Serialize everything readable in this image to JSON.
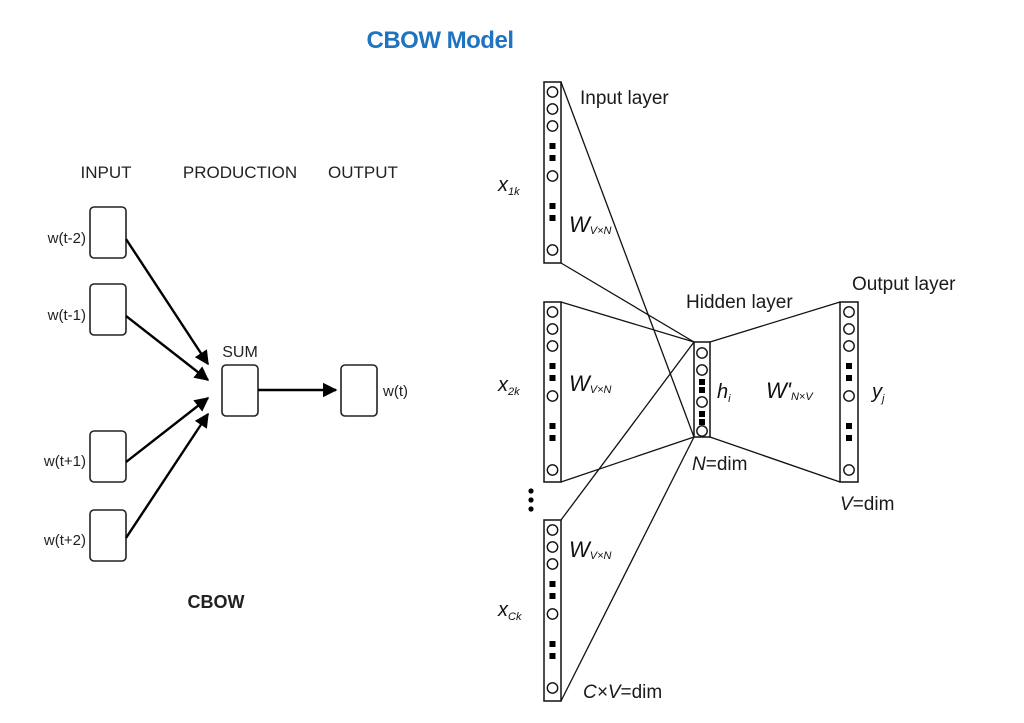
{
  "title": "CBOW Model",
  "left_diagram": {
    "headers": {
      "input": "INPUT",
      "production": "PRODUCTION",
      "output": "OUTPUT"
    },
    "inputs": [
      "w(t-2)",
      "w(t-1)",
      "w(t+1)",
      "w(t+2)"
    ],
    "sum_label": "SUM",
    "output_label": "w(t)",
    "caption": "CBOW"
  },
  "right_diagram": {
    "input_layer_label": "Input layer",
    "hidden_layer_label": "Hidden layer",
    "output_layer_label": "Output layer",
    "input_vectors": [
      {
        "x": "x",
        "sub": "1k"
      },
      {
        "x": "x",
        "sub": "2k"
      },
      {
        "x": "x",
        "sub": "Ck"
      }
    ],
    "weight_in": {
      "sym": "W",
      "sub": "V×N"
    },
    "weight_out": {
      "sym": "W'",
      "sub": "N×V"
    },
    "hidden_symbol": {
      "sym": "h",
      "sub": "i"
    },
    "output_symbol": {
      "sym": "y",
      "sub": "j"
    },
    "hidden_dim": {
      "var": "N",
      "rest": "=dim"
    },
    "output_dim": {
      "var": "V",
      "rest": "=dim"
    },
    "input_dim": {
      "var": "C×V",
      "rest": "=dim"
    }
  }
}
